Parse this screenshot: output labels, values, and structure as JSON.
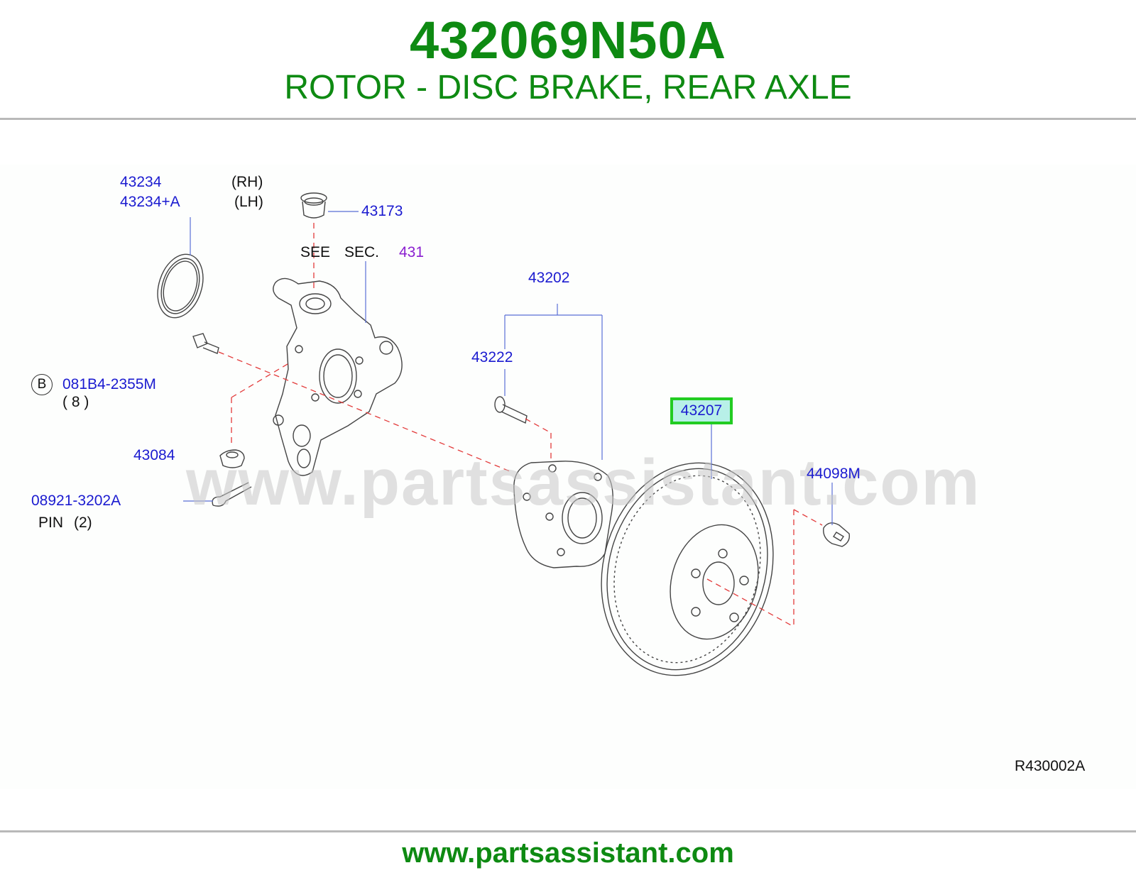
{
  "header": {
    "part_number": "432069N50A",
    "description": "ROTOR - DISC BRAKE, REAR AXLE"
  },
  "diagram": {
    "watermark": "www.partsassistant.com",
    "reference_code": "R430002A",
    "callouts": {
      "seal_rh": "43234",
      "seal_lh": "43234+A",
      "rh": "(RH)",
      "lh": "(LH)",
      "cap": "43173",
      "see": "SEE",
      "sec": "SEC.",
      "sec_ref": "431",
      "hub_assembly": "43202",
      "hub_bolt": "43222",
      "rotor": "43207",
      "plug": "44098M",
      "bolt_circle": "B",
      "bolt": "081B4-2355M",
      "bolt_qty": "( 8 )",
      "nut": "43084",
      "pin_no": "08921-3202A",
      "pin_label": "PIN",
      "pin_qty": "(2)"
    }
  },
  "footer": {
    "url": "www.partsassistant.com"
  },
  "colors": {
    "brand_green": "#0e8a12",
    "callout_blue": "#1b1bd0",
    "highlight_border": "#22cc22",
    "highlight_fill": "#b8f0e8",
    "leader_red": "#e33b3b",
    "section_purple": "#8a1fd0"
  }
}
